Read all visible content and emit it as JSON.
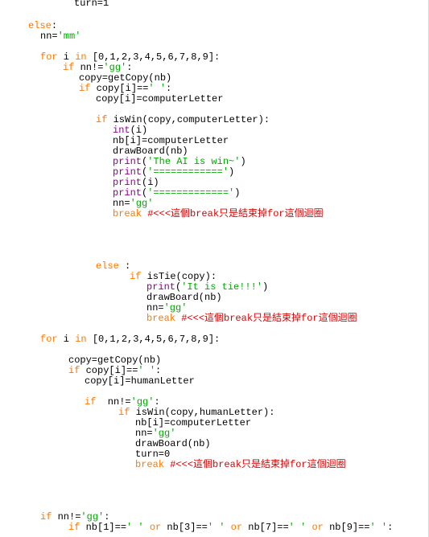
{
  "editor": {
    "lines": [
      {
        "segments": [
          {
            "t": "df",
            "text": "turn=1"
          }
        ]
      },
      {
        "segments": [
          {
            "t": "kw",
            "text": "else"
          },
          {
            "t": "df",
            "text": ":"
          }
        ]
      },
      {
        "segments": [
          {
            "t": "df",
            "text": "nn="
          },
          {
            "t": "str",
            "text": "'mm'"
          }
        ]
      },
      {
        "segments": [
          {
            "t": "kw",
            "text": "for"
          },
          {
            "t": "df",
            "text": " i "
          },
          {
            "t": "kw",
            "text": "in"
          },
          {
            "t": "df",
            "text": " [0,1,2,3,4,5,6,7,8,9]:"
          }
        ]
      },
      {
        "segments": [
          {
            "t": "kw",
            "text": "if"
          },
          {
            "t": "df",
            "text": " nn!="
          },
          {
            "t": "str",
            "text": "'gg'"
          },
          {
            "t": "df",
            "text": ":"
          }
        ]
      },
      {
        "segments": [
          {
            "t": "df",
            "text": "copy=getCopy(nb)"
          }
        ]
      },
      {
        "segments": [
          {
            "t": "kw",
            "text": "if"
          },
          {
            "t": "df",
            "text": " copy[i]=="
          },
          {
            "t": "str",
            "text": "' '"
          },
          {
            "t": "df",
            "text": ":"
          }
        ]
      },
      {
        "segments": [
          {
            "t": "df",
            "text": "copy[i]=computerLetter"
          }
        ]
      },
      {
        "segments": [
          {
            "t": "kw",
            "text": "if"
          },
          {
            "t": "df",
            "text": " isWin(copy,computerLetter):"
          }
        ]
      },
      {
        "segments": [
          {
            "t": "bi",
            "text": "int"
          },
          {
            "t": "df",
            "text": "(i)"
          }
        ]
      },
      {
        "segments": [
          {
            "t": "df",
            "text": "nb[i]=computerLetter"
          }
        ]
      },
      {
        "segments": [
          {
            "t": "df",
            "text": "drawBoard(nb)"
          }
        ]
      },
      {
        "segments": [
          {
            "t": "bi",
            "text": "print"
          },
          {
            "t": "df",
            "text": "("
          },
          {
            "t": "str",
            "text": "'The AI is win~'"
          },
          {
            "t": "df",
            "text": ")"
          }
        ]
      },
      {
        "segments": [
          {
            "t": "bi",
            "text": "print"
          },
          {
            "t": "df",
            "text": "("
          },
          {
            "t": "str",
            "text": "'============'"
          },
          {
            "t": "df",
            "text": ")"
          }
        ]
      },
      {
        "segments": [
          {
            "t": "bi",
            "text": "print"
          },
          {
            "t": "df",
            "text": "(i)"
          }
        ]
      },
      {
        "segments": [
          {
            "t": "bi",
            "text": "print"
          },
          {
            "t": "df",
            "text": "("
          },
          {
            "t": "str",
            "text": "'============='"
          },
          {
            "t": "df",
            "text": ")"
          }
        ]
      },
      {
        "segments": [
          {
            "t": "df",
            "text": "nn="
          },
          {
            "t": "str",
            "text": "'gg'"
          }
        ]
      },
      {
        "segments": [
          {
            "t": "kw",
            "text": "break"
          },
          {
            "t": "df",
            "text": " "
          },
          {
            "t": "cm",
            "text": "#<<<這個break只是結束掉for這個迴圈"
          }
        ]
      },
      {
        "segments": [
          {
            "t": "kw",
            "text": "else"
          },
          {
            "t": "df",
            "text": " :"
          }
        ]
      },
      {
        "segments": [
          {
            "t": "kw",
            "text": "if"
          },
          {
            "t": "df",
            "text": " isTie(copy):"
          }
        ]
      },
      {
        "segments": [
          {
            "t": "bi",
            "text": "print"
          },
          {
            "t": "df",
            "text": "("
          },
          {
            "t": "str",
            "text": "'It is tie!!!'"
          },
          {
            "t": "df",
            "text": ")"
          }
        ]
      },
      {
        "segments": [
          {
            "t": "df",
            "text": "drawBoard(nb)"
          }
        ]
      },
      {
        "segments": [
          {
            "t": "df",
            "text": "nn="
          },
          {
            "t": "str",
            "text": "'gg'"
          }
        ]
      },
      {
        "segments": [
          {
            "t": "kw",
            "text": "break"
          },
          {
            "t": "df",
            "text": " "
          },
          {
            "t": "cm",
            "text": "#<<<這個break只是結束掉for這個迴圈"
          }
        ]
      },
      {
        "segments": [
          {
            "t": "kw",
            "text": "for"
          },
          {
            "t": "df",
            "text": " i "
          },
          {
            "t": "kw",
            "text": "in"
          },
          {
            "t": "df",
            "text": " [0,1,2,3,4,5,6,7,8,9]:"
          }
        ]
      },
      {
        "segments": [
          {
            "t": "df",
            "text": "copy=getCopy(nb)"
          }
        ]
      },
      {
        "segments": [
          {
            "t": "kw",
            "text": "if"
          },
          {
            "t": "df",
            "text": " copy[i]=="
          },
          {
            "t": "str",
            "text": "' '"
          },
          {
            "t": "df",
            "text": ":"
          }
        ]
      },
      {
        "segments": [
          {
            "t": "df",
            "text": "copy[i]=humanLetter"
          }
        ]
      },
      {
        "segments": [
          {
            "t": "kw",
            "text": "if"
          },
          {
            "t": "df",
            "text": "  nn!="
          },
          {
            "t": "str",
            "text": "'gg'"
          },
          {
            "t": "df",
            "text": ":"
          }
        ]
      },
      {
        "segments": [
          {
            "t": "kw",
            "text": "if"
          },
          {
            "t": "df",
            "text": " isWin(copy,humanLetter):"
          }
        ]
      },
      {
        "segments": [
          {
            "t": "df",
            "text": "nb[i]=computerLetter"
          }
        ]
      },
      {
        "segments": [
          {
            "t": "df",
            "text": "nn="
          },
          {
            "t": "str",
            "text": "'gg'"
          }
        ]
      },
      {
        "segments": [
          {
            "t": "df",
            "text": "drawBoard(nb)"
          }
        ]
      },
      {
        "segments": [
          {
            "t": "df",
            "text": "turn=0"
          }
        ]
      },
      {
        "segments": [
          {
            "t": "kw",
            "text": "break"
          },
          {
            "t": "df",
            "text": " "
          },
          {
            "t": "cm",
            "text": "#<<<這個break只是結束掉for這個迴圈"
          }
        ]
      },
      {
        "segments": [
          {
            "t": "kw",
            "text": "if"
          },
          {
            "t": "df",
            "text": " nn!="
          },
          {
            "t": "str",
            "text": "'gg'"
          },
          {
            "t": "df",
            "text": ":"
          }
        ]
      },
      {
        "segments": [
          {
            "t": "kw",
            "text": "if"
          },
          {
            "t": "df",
            "text": " nb[1]=="
          },
          {
            "t": "str",
            "text": "' '"
          },
          {
            "t": "df",
            "text": " "
          },
          {
            "t": "kw",
            "text": "or"
          },
          {
            "t": "df",
            "text": " nb[3]=="
          },
          {
            "t": "str",
            "text": "' '"
          },
          {
            "t": "df",
            "text": " "
          },
          {
            "t": "kw",
            "text": "or"
          },
          {
            "t": "df",
            "text": " nb[7]=="
          },
          {
            "t": "str",
            "text": "' '"
          },
          {
            "t": "df",
            "text": " "
          },
          {
            "t": "kw",
            "text": "or"
          },
          {
            "t": "df",
            "text": " nb[9]=="
          },
          {
            "t": "str",
            "text": "' '"
          },
          {
            "t": "df",
            "text": ":"
          }
        ]
      }
    ]
  },
  "colors": {
    "keyword": "#ff7700",
    "builtin": "#900090",
    "string": "#00aa00",
    "comment": "#dd0000",
    "default": "#000000"
  }
}
